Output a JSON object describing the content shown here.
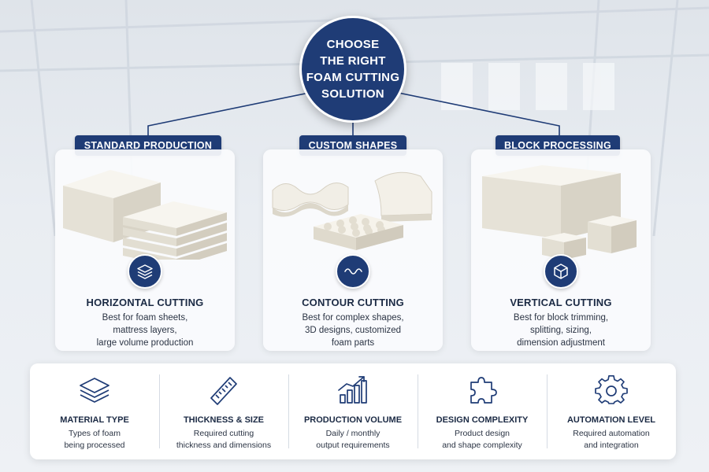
{
  "hub": {
    "line1": "CHOOSE",
    "line2": "THE RIGHT",
    "line3": "FOAM CUTTING",
    "line4": "SOLUTION"
  },
  "categories": [
    {
      "pill": "STANDARD PRODUCTION",
      "icon": "layers-icon",
      "title": "HORIZONTAL CUTTING",
      "desc": [
        "Best for foam sheets,",
        "mattress layers,",
        "large volume production"
      ]
    },
    {
      "pill": "CUSTOM SHAPES",
      "icon": "wave-icon",
      "title": "CONTOUR CUTTING",
      "desc": [
        "Best for complex shapes,",
        "3D designs, customized",
        "foam parts"
      ]
    },
    {
      "pill": "BLOCK PROCESSING",
      "icon": "cube-icon",
      "title": "VERTICAL CUTTING",
      "desc": [
        "Best for block trimming,",
        "splitting, sizing,",
        "dimension adjustment"
      ]
    }
  ],
  "factors": [
    {
      "icon": "layers-icon",
      "title": "MATERIAL TYPE",
      "desc": [
        "Types of foam",
        "being processed"
      ]
    },
    {
      "icon": "ruler-icon",
      "title": "THICKNESS & SIZE",
      "desc": [
        "Required cutting",
        "thickness and dimensions"
      ]
    },
    {
      "icon": "bar-chart-icon",
      "title": "PRODUCTION VOLUME",
      "desc": [
        "Daily / monthly",
        "output requirements"
      ]
    },
    {
      "icon": "puzzle-icon",
      "title": "DESIGN COMPLEXITY",
      "desc": [
        "Product design",
        "and shape complexity"
      ]
    },
    {
      "icon": "gear-icon",
      "title": "AUTOMATION LEVEL",
      "desc": [
        "Required automation",
        "and integration"
      ]
    }
  ],
  "colors": {
    "accent": "#1f3c76",
    "foam": "#eeebe2",
    "text": "#1b2a44"
  }
}
